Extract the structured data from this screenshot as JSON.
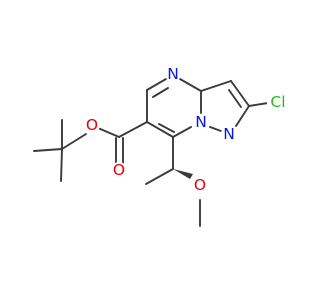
{
  "structure": {
    "atoms": {
      "ester_oxygen": "O",
      "carbonyl_oxygen": "O",
      "ether_oxygen": "O",
      "ring_nitrogen_top": "N",
      "ring_nitrogen_bridge": "N",
      "ring_nitrogen_pyrazole": "N",
      "chlorine": "Cl"
    }
  },
  "colors": {
    "bond": "#3a3a3a",
    "oxygen": "#e8000b",
    "nitrogen": "#0a14e6",
    "chlorine": "#1fbf1f"
  }
}
